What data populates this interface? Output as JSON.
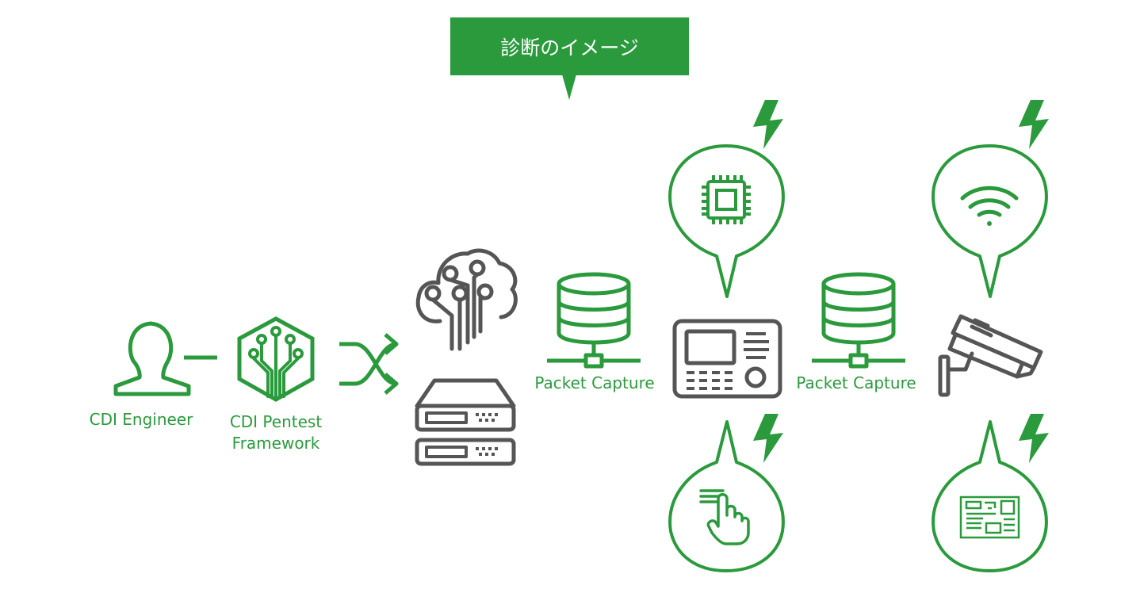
{
  "banner": {
    "title": "診断のイメージ"
  },
  "labels": {
    "engineer": "CDI Engineer",
    "framework_line1": "CDI Pentest",
    "framework_line2": "Framework",
    "capture_1": "Packet Capture",
    "capture_2": "Packet Capture"
  },
  "colors": {
    "green": "#2a9a3c",
    "gray": "#555555",
    "white": "#ffffff"
  },
  "icons": [
    "user-icon",
    "circuit-hexagon-icon",
    "shuffle-icon",
    "cloud-circuit-icon",
    "server-rack-icon",
    "database-network-icon",
    "access-terminal-icon",
    "cpu-chip-icon",
    "wifi-icon",
    "cctv-camera-icon",
    "touch-gesture-icon",
    "circuit-board-icon",
    "lightning-icon"
  ]
}
